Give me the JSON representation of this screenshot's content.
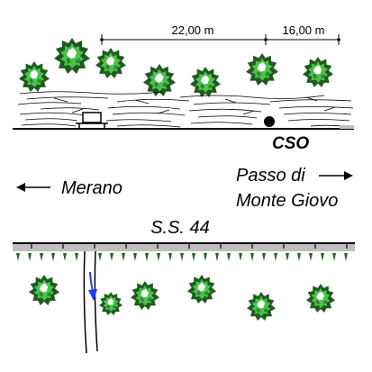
{
  "dimensions": {
    "span_1": "22,00 m",
    "span_2": "16,00 m"
  },
  "labels": {
    "measurement_point": "CSO",
    "direction_left": "Merano",
    "direction_right_line1": "Passo di",
    "direction_right_line2": "Monte Giovo",
    "road": "S.S. 44"
  },
  "colors": {
    "foliage_dark": "#1f5a1f",
    "foliage_light": "#4cc24c",
    "road_grey": "#bfbfbf",
    "arrow_blue": "#1e3cff"
  },
  "icons": {
    "tree": "tree-canopy-icon",
    "vehicle": "car-icon",
    "sensor": "measurement-dot-icon",
    "flow": "flow-arrow-icon"
  }
}
